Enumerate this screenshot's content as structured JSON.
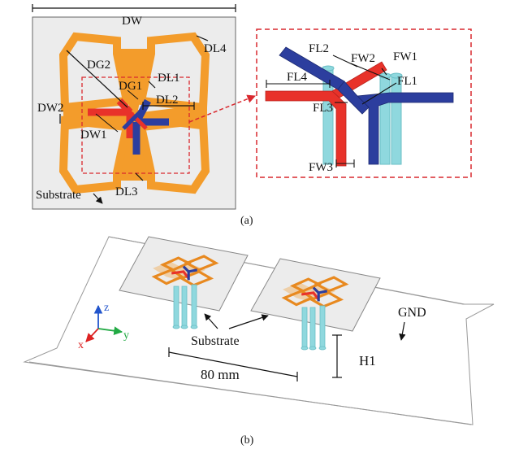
{
  "panel_a": {
    "labels": {
      "dw": "DW",
      "dl4": "DL4",
      "dg2": "DG2",
      "dl1": "DL1",
      "dg1": "DG1",
      "dl2": "DL2",
      "dw2": "DW2",
      "dw1": "DW1",
      "substrate": "Substrate",
      "dl3": "DL3"
    },
    "caption": "(a)"
  },
  "zoom": {
    "labels": {
      "fl2": "FL2",
      "fw2": "FW2",
      "fw1": "FW1",
      "fl4": "FL4",
      "fl1": "FL1",
      "fl3": "FL3",
      "fw3": "FW3"
    }
  },
  "panel_b": {
    "labels": {
      "gnd": "GND",
      "substrate": "Substrate",
      "h1": "H1",
      "spacing": "80 mm"
    },
    "axes": {
      "z": "z",
      "y": "y",
      "x": "x"
    },
    "caption": "(b)"
  },
  "colors": {
    "patch_orange": "#f39c2b",
    "feed_red": "#e8322a",
    "feed_blue": "#2c3e9e",
    "probe_cyan": "#8fd8de",
    "substrate_gray": "#ececec",
    "dashed_red": "#d9282e"
  }
}
